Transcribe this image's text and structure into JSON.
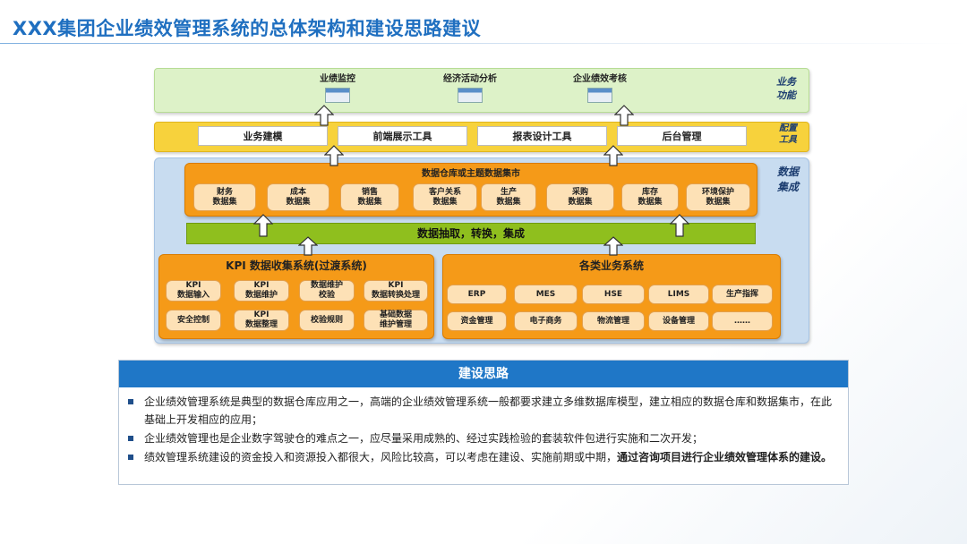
{
  "title": "XXX集团企业绩效管理系统的总体架构和建设思路建议",
  "layers": {
    "business": {
      "label_line1": "业务",
      "label_line2": "功能",
      "items": [
        "业绩监控",
        "经济活动分析",
        "企业绩效考核"
      ]
    },
    "config": {
      "label_line1": "配置",
      "label_line2": "工具",
      "tools": [
        "业务建模",
        "前端展示工具",
        "报表设计工具",
        "后台管理"
      ]
    },
    "data": {
      "label_line1": "数据",
      "label_line2": "集成",
      "warehouse_title": "数据仓库或主题数据集市",
      "datasets": [
        {
          "line1": "财务",
          "line2": "数据集"
        },
        {
          "line1": "成本",
          "line2": "数据集"
        },
        {
          "line1": "销售",
          "line2": "数据集"
        },
        {
          "line1": "客户关系",
          "line2": "数据集"
        },
        {
          "line1": "生产",
          "line2": "数据集"
        },
        {
          "line1": "采购",
          "line2": "数据集"
        },
        {
          "line1": "库存",
          "line2": "数据集"
        },
        {
          "line1": "环境保护",
          "line2": "数据集"
        }
      ],
      "etl_label": "数据抽取，转换，集成",
      "kpi": {
        "title": "KPI 数据收集系统(过渡系统)",
        "cells": [
          {
            "line1": "KPI",
            "line2": "数据输入"
          },
          {
            "line1": "KPI",
            "line2": "数据维护"
          },
          {
            "line1": "数据维护",
            "line2": "校验"
          },
          {
            "line1": "KPI",
            "line2": "数据转换处理"
          },
          {
            "line1": "安全控制",
            "line2": ""
          },
          {
            "line1": "KPI",
            "line2": "数据整理"
          },
          {
            "line1": "校验规则",
            "line2": ""
          },
          {
            "line1": "基础数据",
            "line2": "维护管理"
          }
        ]
      },
      "biz_systems": {
        "title": "各类业务系统",
        "cells": [
          "ERP",
          "MES",
          "HSE",
          "LIMS",
          "生产指挥",
          "资金管理",
          "电子商务",
          "物流管理",
          "设备管理",
          "……"
        ]
      }
    }
  },
  "ideas": {
    "header": "建设思路",
    "bullets": [
      {
        "text": "企业绩效管理系统是典型的数据仓库应用之一，高端的企业绩效管理系统一般都要求建立多维数据库模型，建立相应的数据仓库和数据集市，在此基础上开发相应的应用；",
        "bold": ""
      },
      {
        "text": "企业绩效管理也是企业数字驾驶仓的难点之一，应尽量采用成熟的、经过实践检验的套装软件包进行实施和二次开发；",
        "bold": ""
      },
      {
        "text": "绩效管理系统建设的资金投入和资源投入都很大，风险比较高，可以考虑在建设、实施前期或中期，",
        "bold": "通过咨询项目进行企业绩效管理体系的建设。"
      }
    ]
  },
  "colors": {
    "title": "#1f6fc0",
    "header_blue": "#1f77c7",
    "orange": "#f59a18",
    "etl_green": "#8fbf1e",
    "config_yellow": "#f7d23c"
  }
}
